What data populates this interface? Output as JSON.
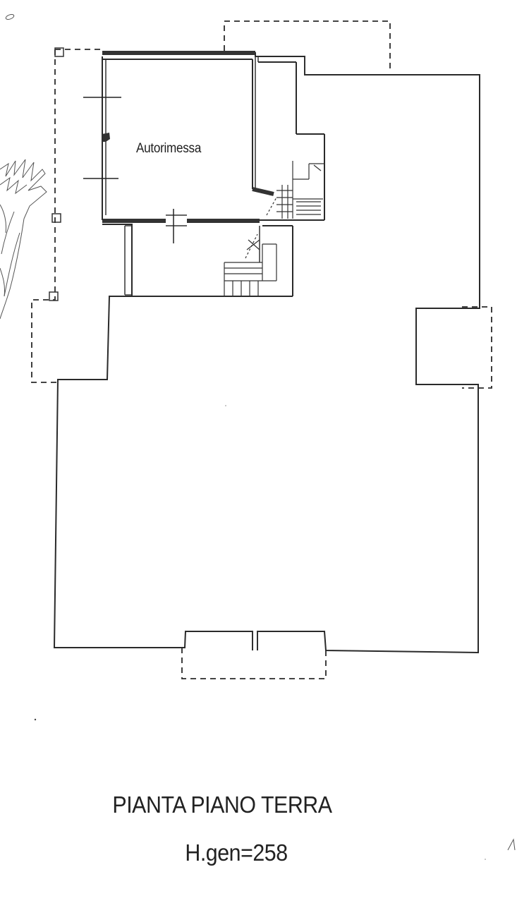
{
  "drawing": {
    "room_label": "Autorimessa",
    "title": "PIANTA PIANO TERRA",
    "height_note": "H.gen=258"
  }
}
